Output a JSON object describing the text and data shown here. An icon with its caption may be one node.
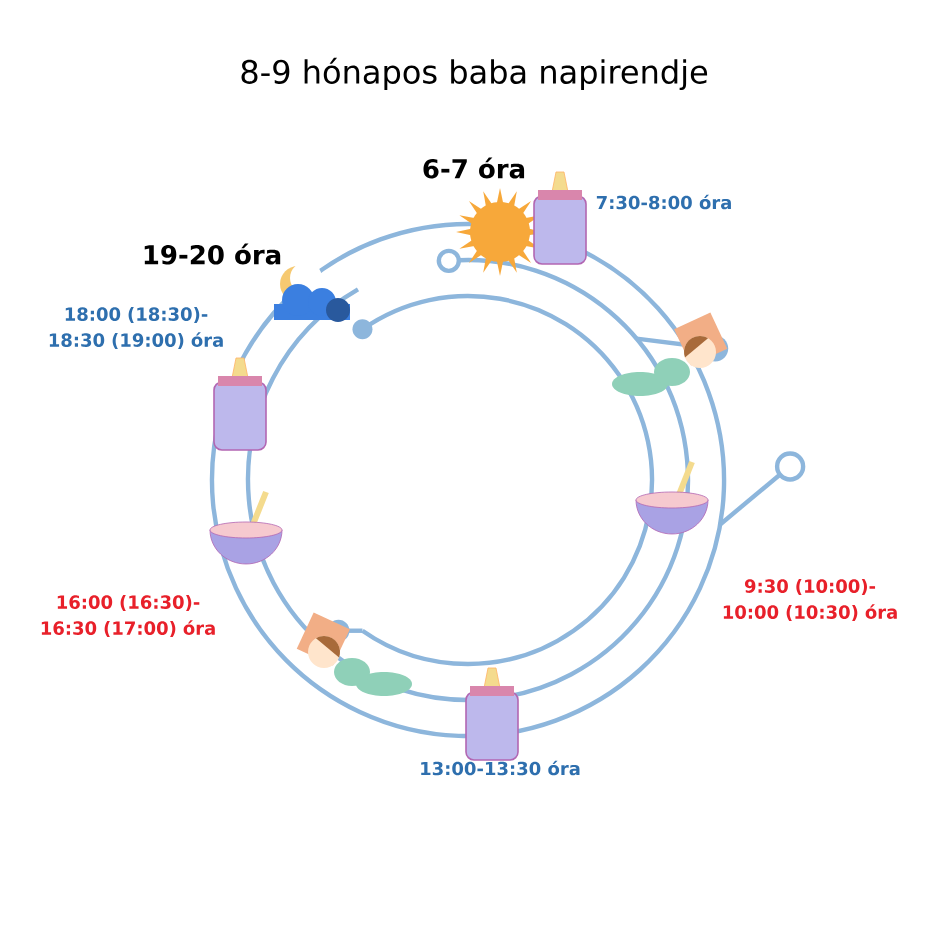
{
  "diagram": {
    "title": "8-9 hónapos baba napirendje",
    "labels": [
      "6-7 óra",
      "7:30-8:00 óra",
      "19-20 óra",
      "18:00 (18:30)-18:30 (19:00) óra",
      "9:30 (10:00)-10:00 (10:30) óra",
      "16:00 (16:30)-16:30 (17:00) óra",
      "13:00-13:30 óra"
    ]
  }
}
